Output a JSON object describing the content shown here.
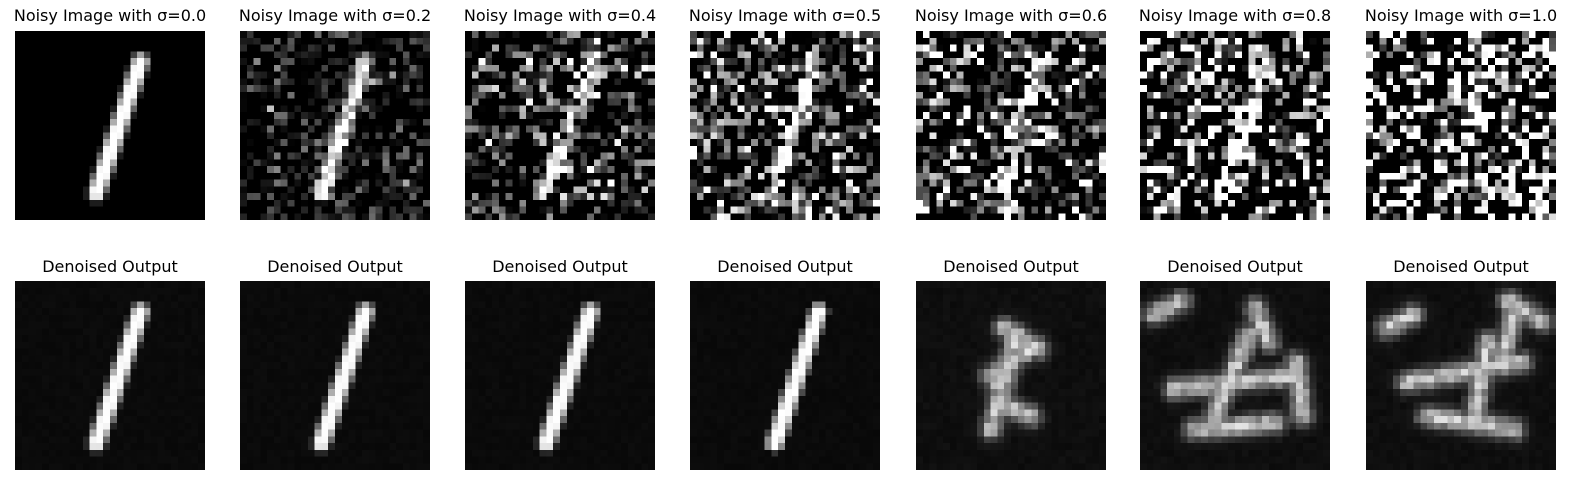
{
  "figure": {
    "rows": [
      {
        "kind": "noisy",
        "panels": [
          {
            "title": "Noisy Image with σ=0.0",
            "sigma": 0.0
          },
          {
            "title": "Noisy Image with σ=0.2",
            "sigma": 0.2
          },
          {
            "title": "Noisy Image with σ=0.4",
            "sigma": 0.4
          },
          {
            "title": "Noisy Image with σ=0.5",
            "sigma": 0.5
          },
          {
            "title": "Noisy Image with σ=0.6",
            "sigma": 0.6
          },
          {
            "title": "Noisy Image with σ=0.8",
            "sigma": 0.8
          },
          {
            "title": "Noisy Image with σ=1.0",
            "sigma": 1.0
          }
        ]
      },
      {
        "kind": "denoised",
        "panels": [
          {
            "title": "Denoised Output",
            "sigma": 0.0
          },
          {
            "title": "Denoised Output",
            "sigma": 0.2
          },
          {
            "title": "Denoised Output",
            "sigma": 0.4
          },
          {
            "title": "Denoised Output",
            "sigma": 0.5
          },
          {
            "title": "Denoised Output",
            "sigma": 0.6
          },
          {
            "title": "Denoised Output",
            "sigma": 0.8
          },
          {
            "title": "Denoised Output",
            "sigma": 1.0
          }
        ]
      }
    ],
    "image_colormap": "grayscale",
    "image_background": "#000000",
    "title_color": "#000000"
  }
}
